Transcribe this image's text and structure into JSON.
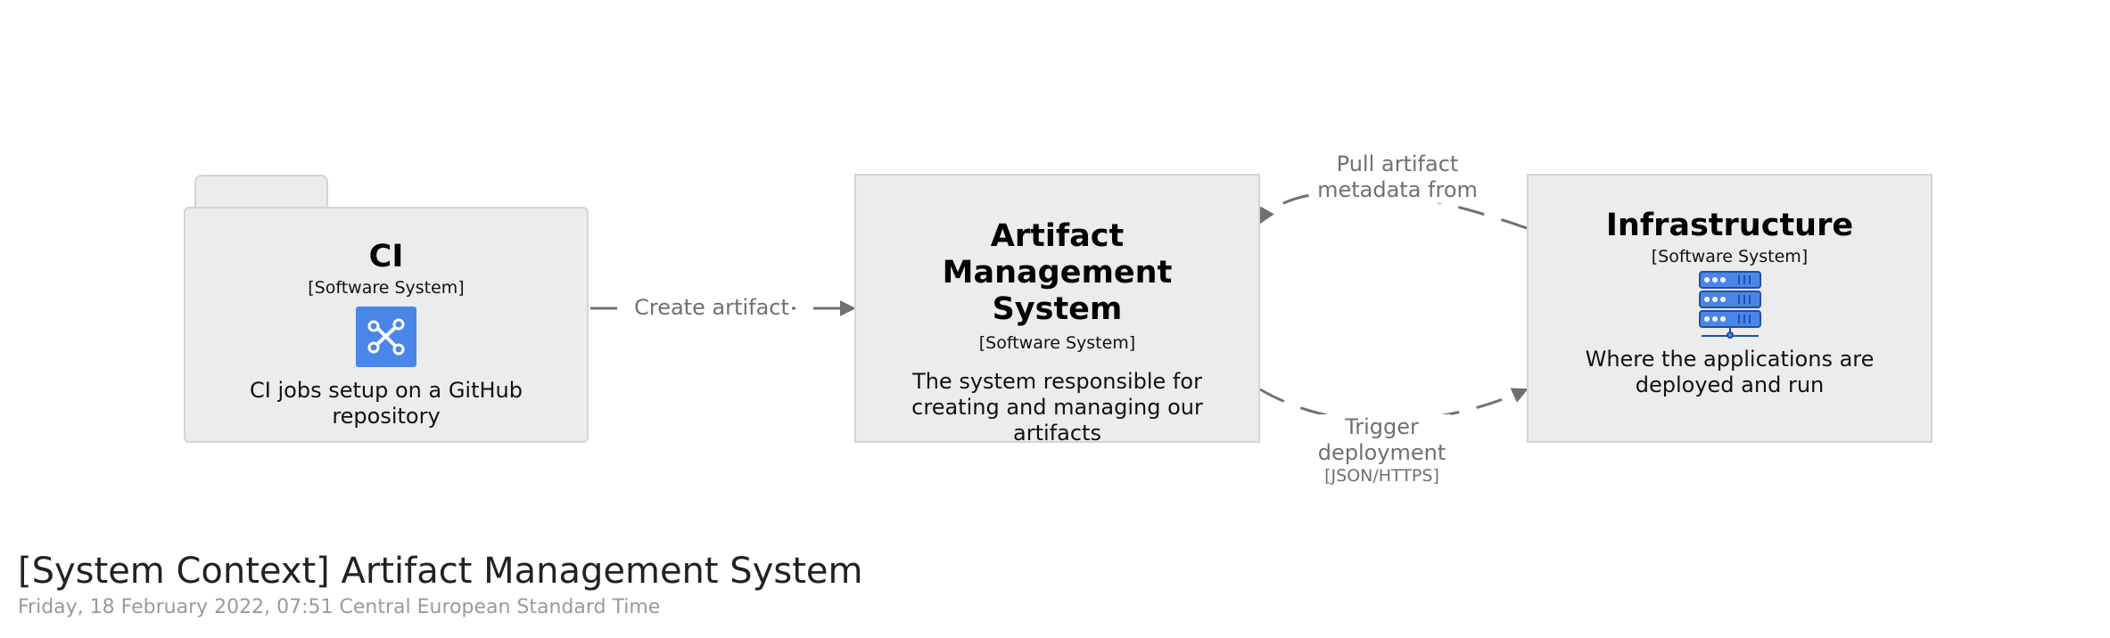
{
  "diagram": {
    "nodes": {
      "ci": {
        "name": "CI",
        "type": "[Software System]",
        "description": "CI jobs setup on a GitHub repository",
        "icon": "github-ci-icon"
      },
      "ams": {
        "name": "Artifact Management System",
        "type": "[Software System]",
        "description": "The system responsible for creating and managing our artifacts"
      },
      "infra": {
        "name": "Infrastructure",
        "type": "[Software System]",
        "description": "Where the applications are deployed and run",
        "icon": "server-rack-icon"
      }
    },
    "edges": {
      "create": {
        "label": "Create artifact"
      },
      "pull": {
        "label": "Pull artifact metadata from"
      },
      "trigger": {
        "label": "Trigger deployment",
        "technology": "[JSON/HTTPS]"
      }
    }
  },
  "legend": {
    "title": "[System Context] Artifact Management System",
    "date": "Friday, 18 February 2022, 07:51 Central European Standard Time"
  },
  "colors": {
    "box_fill": "#ececec",
    "box_border": "#d4d4d4",
    "edge": "#707070",
    "icon_blue": "#4a86e8"
  }
}
